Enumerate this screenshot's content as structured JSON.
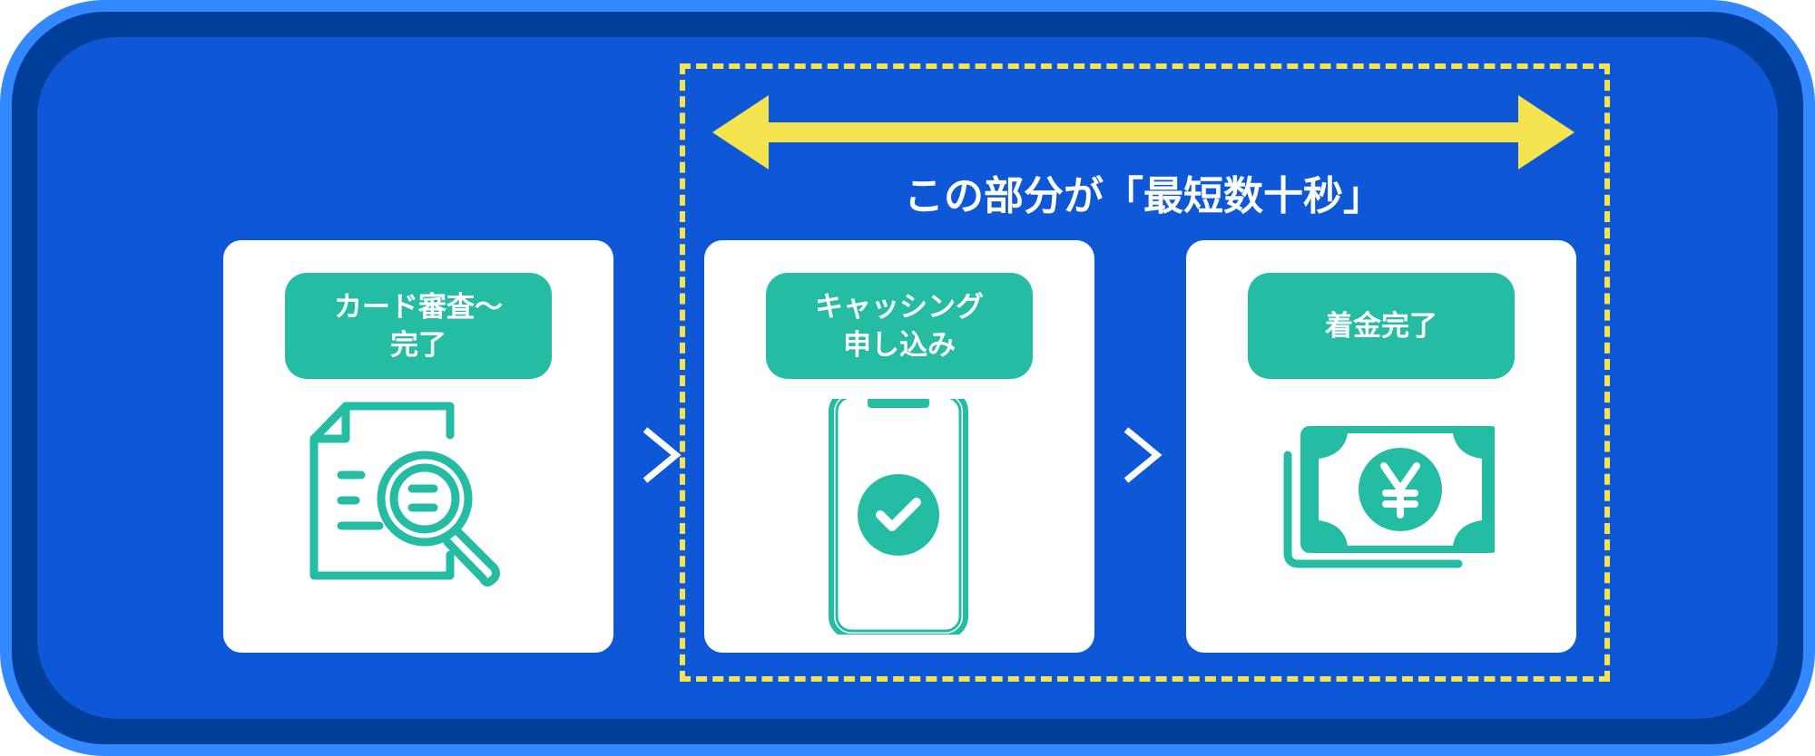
{
  "headline": "この部分が「最短数十秒」",
  "steps": [
    {
      "label": "カード審査～\n完了",
      "icon": "document-search-icon"
    },
    {
      "label": "キャッシング\n申し込み",
      "icon": "smartphone-check-icon"
    },
    {
      "label": "着金完了",
      "icon": "yen-banknote-icon"
    }
  ],
  "colors": {
    "outer": "#3388ff",
    "ring": "#003f99",
    "background": "#0e58d8",
    "teal": "#25bca4",
    "yellow": "#f5e44f"
  }
}
